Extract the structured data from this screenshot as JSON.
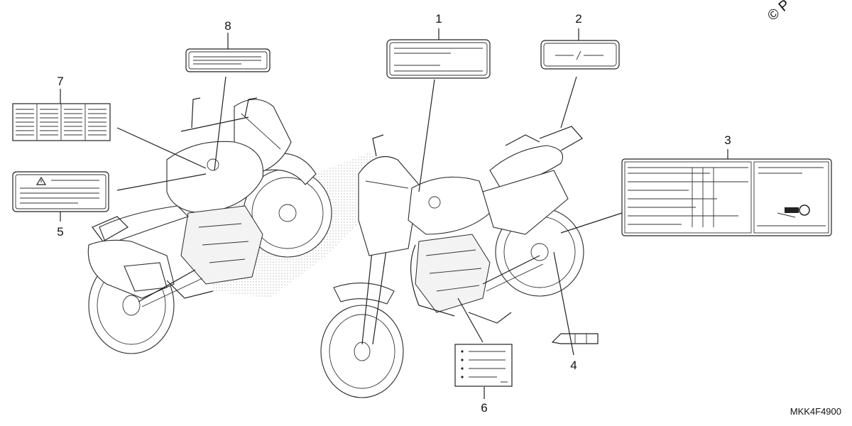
{
  "diagram": {
    "callouts": [
      "1",
      "2",
      "3",
      "4",
      "5",
      "6",
      "7",
      "8"
    ],
    "figure_code": "MKK4F4900",
    "copyright_mark": "© P"
  },
  "icons": {
    "label_warning_triangle": "warning-triangle-icon",
    "label_key": "key-icon"
  },
  "colors": {
    "line": "#222222",
    "background": "#ffffff",
    "stipple": "#c8c8c8"
  }
}
